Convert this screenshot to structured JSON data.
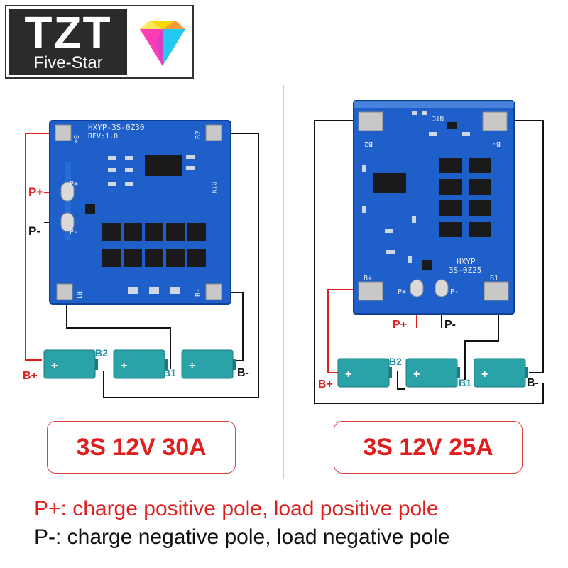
{
  "logo": {
    "main": "TZT",
    "sub": "Five-Star",
    "colors": {
      "dark": "#2b2b2b",
      "gem_top": "#f5d800",
      "gem_left": "#ff3cb4",
      "gem_right": "#22c8f0"
    }
  },
  "left_board": {
    "title": "HXYP-3S-0Z30",
    "rev": "REV:1.0",
    "pads": {
      "b_plus": "B+",
      "b2": "B2",
      "b1": "B1",
      "b_minus": "B-"
    },
    "pad_p_plus": "P+",
    "pad_p_minus": "P-",
    "side_label": "DIN",
    "labels": {
      "p_plus": "P+",
      "p_minus": "P-"
    },
    "batteries": {
      "b_plus": "B+",
      "b2": "B2",
      "b1": "B1",
      "b_minus": "B-"
    },
    "spec": "3S 12V 30A"
  },
  "right_board": {
    "title_line1": "HXYP",
    "title_line2": "3S-0Z25",
    "ntc": "NTC",
    "pads": {
      "b2": "B2",
      "b_minus": "B-",
      "b_plus": "B+",
      "b1": "B1"
    },
    "pad_p_plus": "P+",
    "pad_p_minus": "P-",
    "labels": {
      "p_plus": "P+",
      "p_minus": "P-"
    },
    "batteries": {
      "b_plus": "B+",
      "b2": "B2",
      "b1": "B1",
      "b_minus": "B-"
    },
    "spec": "3S 12V 25A"
  },
  "battery_symbol": "+",
  "legend": {
    "p_plus": "P+: charge positive pole, load positive pole",
    "p_minus": "P-: charge negative pole, load negative pole"
  },
  "colors": {
    "red": "#e01e1e",
    "pcb": "#1f5fc9",
    "battery": "#2aa3a8",
    "pad": "#c8c8c8"
  }
}
